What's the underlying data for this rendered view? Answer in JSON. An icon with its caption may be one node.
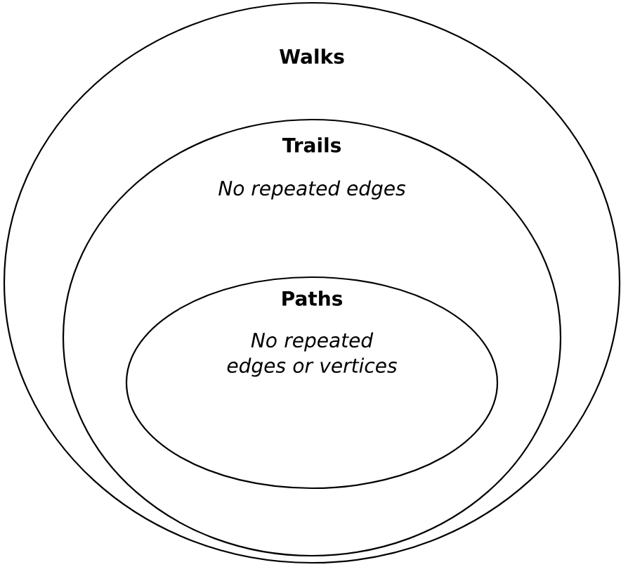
{
  "diagram": {
    "nodes": [
      {
        "text": [
          "Walks"
        ]
      },
      {
        "text": [
          "Trails",
          "No repeated edges"
        ],
        "in": 0
      },
      {
        "text": [
          "Paths",
          "No repeated edges or vertices"
        ],
        "in": 1
      }
    ]
  }
}
